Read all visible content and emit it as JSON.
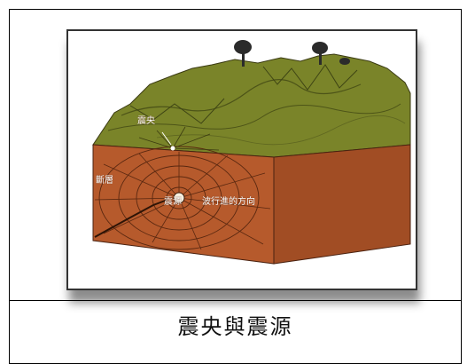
{
  "figure": {
    "labels": {
      "epicenter": "震央",
      "fault": "斷層",
      "hypocenter": "震源",
      "wave_direction": "波行進的方向"
    }
  },
  "caption": {
    "text": "震央與震源"
  },
  "colors": {
    "ground_surface": "#6f7a25",
    "block_front": "#b65a2c",
    "block_side": "#a14d24",
    "trees": "#2b2b2b"
  }
}
